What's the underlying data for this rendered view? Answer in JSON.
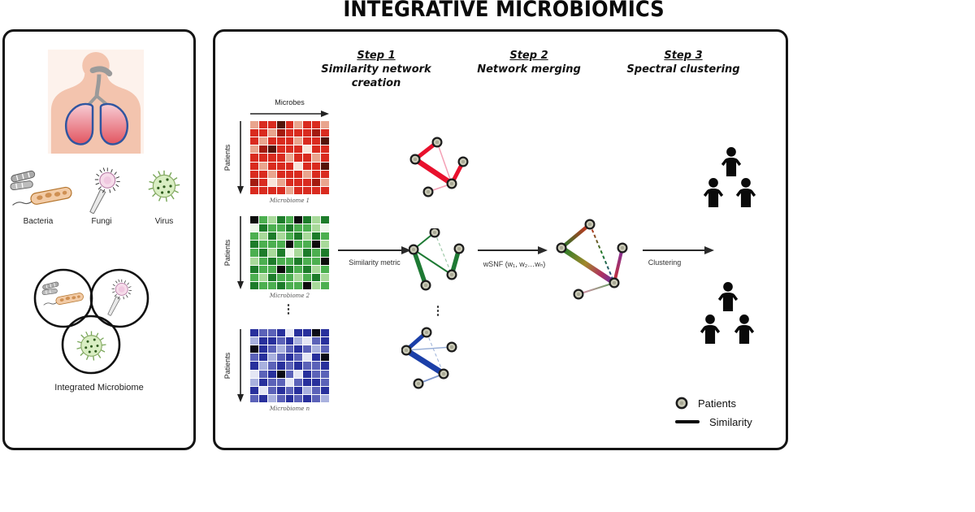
{
  "title": "INTEGRATIVE MICROBIOMICS",
  "colors": {
    "microbiome1_accent": "#d92b1f",
    "microbiome2_accent": "#1d7c2a",
    "microbiome_n_accent": "#28309c",
    "node_fill": "#c9c9b6",
    "person": "#0a0a0a",
    "panel_border": "#141414"
  },
  "left_panel": {
    "organisms": [
      {
        "label": "Bacteria",
        "icon": "bacteria-icon"
      },
      {
        "label": "Fungi",
        "icon": "fungi-icon"
      },
      {
        "label": "Virus",
        "icon": "virus-icon"
      }
    ],
    "venn_caption": "Integrated Microbiome"
  },
  "workflow": {
    "steps": [
      {
        "title": "Step 1",
        "subtitle": "Similarity network creation"
      },
      {
        "title": "Step 2",
        "subtitle": "Network merging"
      },
      {
        "title": "Step 3",
        "subtitle": "Spectral clustering"
      }
    ],
    "ellipsis": "⋮",
    "heatmaps": [
      {
        "caption": "Microbiome 1",
        "x_axis": "Microbes",
        "y_axis": "Patients",
        "palette": [
          "#f7e5da",
          "#e9a58e",
          "#d92b1f",
          "#a31b10",
          "#541409"
        ],
        "grid": [
          [
            1,
            2,
            2,
            4,
            2,
            1,
            2,
            2,
            1
          ],
          [
            2,
            2,
            1,
            3,
            2,
            2,
            2,
            3,
            2
          ],
          [
            2,
            1,
            2,
            2,
            2,
            1,
            2,
            2,
            4
          ],
          [
            1,
            3,
            4,
            2,
            2,
            2,
            0,
            2,
            2
          ],
          [
            2,
            2,
            2,
            2,
            1,
            2,
            2,
            1,
            2
          ],
          [
            2,
            1,
            2,
            2,
            2,
            0,
            2,
            2,
            4
          ],
          [
            2,
            2,
            1,
            2,
            2,
            2,
            1,
            2,
            2
          ],
          [
            3,
            2,
            0,
            1,
            2,
            2,
            2,
            3,
            1
          ],
          [
            2,
            2,
            2,
            2,
            1,
            2,
            2,
            2,
            2
          ]
        ]
      },
      {
        "caption": "Microbiome 2",
        "y_axis": "Patients",
        "palette": [
          "#eef7ea",
          "#a8d99a",
          "#4caf50",
          "#1d7c2a",
          "#0c0c0c"
        ],
        "grid": [
          [
            4,
            2,
            1,
            3,
            2,
            4,
            3,
            1,
            3
          ],
          [
            0,
            3,
            2,
            2,
            3,
            2,
            2,
            1,
            0
          ],
          [
            2,
            1,
            3,
            1,
            2,
            3,
            1,
            3,
            2
          ],
          [
            3,
            2,
            2,
            2,
            4,
            2,
            2,
            4,
            1
          ],
          [
            2,
            3,
            1,
            3,
            0,
            1,
            3,
            2,
            3
          ],
          [
            1,
            2,
            3,
            2,
            2,
            3,
            2,
            2,
            4
          ],
          [
            3,
            2,
            2,
            4,
            3,
            2,
            3,
            1,
            2
          ],
          [
            2,
            1,
            3,
            2,
            2,
            1,
            2,
            3,
            1
          ],
          [
            3,
            2,
            2,
            3,
            2,
            2,
            4,
            1,
            2
          ]
        ]
      },
      {
        "caption": "Microbiome n",
        "y_axis": "Patients",
        "palette": [
          "#e4e6f4",
          "#a9b1de",
          "#5b62b8",
          "#28309c",
          "#0a0a16"
        ],
        "grid": [
          [
            3,
            2,
            2,
            3,
            0,
            3,
            3,
            4,
            3
          ],
          [
            1,
            3,
            3,
            2,
            3,
            1,
            0,
            2,
            3
          ],
          [
            4,
            3,
            2,
            1,
            2,
            3,
            2,
            1,
            2
          ],
          [
            2,
            3,
            1,
            2,
            3,
            2,
            0,
            3,
            4
          ],
          [
            3,
            1,
            2,
            3,
            2,
            3,
            2,
            2,
            3
          ],
          [
            0,
            2,
            3,
            4,
            2,
            0,
            3,
            2,
            2
          ],
          [
            1,
            3,
            2,
            2,
            0,
            2,
            3,
            3,
            2
          ],
          [
            3,
            0,
            2,
            3,
            2,
            3,
            1,
            2,
            3
          ],
          [
            2,
            3,
            1,
            2,
            3,
            2,
            3,
            2,
            1
          ]
        ]
      }
    ],
    "arrows": [
      {
        "label": "Similarity metric"
      },
      {
        "label": "wSNF (w₁, w₂…wₙ)"
      },
      {
        "label": "Clustering"
      }
    ],
    "legend": {
      "items": [
        {
          "label": "Patients",
          "marker": "node"
        },
        {
          "label": "Similarity",
          "marker": "line"
        }
      ]
    }
  }
}
